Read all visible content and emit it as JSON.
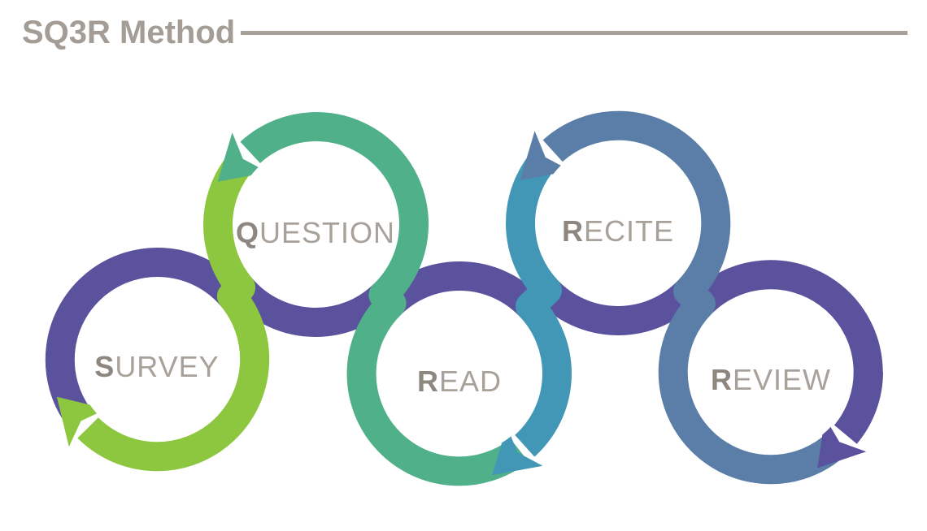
{
  "title": "SQ3R Method",
  "colors": {
    "purple": "#5b529d",
    "green": "#8dc63f",
    "sea_green": "#4fb08a",
    "teal": "#4297b7",
    "steel_blue": "#5a7ea7",
    "label_gray": "#a8a19a",
    "label_initial_gray": "#8e8780",
    "title_gray": "#a49d96",
    "background": "#ffffff"
  },
  "steps": [
    {
      "label": "SURVEY",
      "initial": "S",
      "rest": "URVEY"
    },
    {
      "label": "QUESTION",
      "initial": "Q",
      "rest": "UESTION"
    },
    {
      "label": "READ",
      "initial": "R",
      "rest": "EAD"
    },
    {
      "label": "RECITE",
      "initial": "R",
      "rest": "ECITE"
    },
    {
      "label": "REVIEW",
      "initial": "R",
      "rest": "EVIEW"
    }
  ]
}
